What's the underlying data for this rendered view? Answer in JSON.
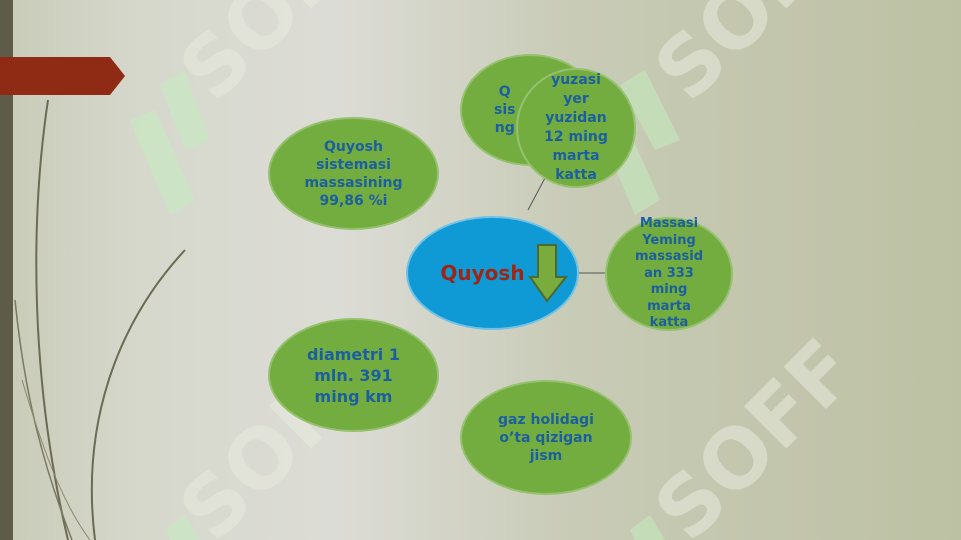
{
  "diagram": {
    "center": {
      "label": "Quyosh"
    },
    "nodes": {
      "mass_share": {
        "label": "Quyosh\nsistemasi\nmassasining\n99,86 %i"
      },
      "overlap_hidden": {
        "label": "Q\nsis\nng"
      },
      "surface": {
        "label": "yuzasi\nyer\nyuzidan\n12 ming\nmarta\nkatta"
      },
      "mass": {
        "label": "Massasi\nYeming\nmassasid\nan 333\nming\nmarta\nkatta"
      },
      "diameter": {
        "label": "diametri 1\nmln. 391\nming km"
      },
      "gas": {
        "label": "gaz holidagi\no’ta qizigan\njism"
      }
    }
  },
  "watermark": {
    "text": "SOFF"
  },
  "colors": {
    "node_green": "#73ad3f",
    "node_text_blue": "#1c5f9e",
    "center_blue": "#0f9ad6",
    "center_text_red": "#9e2514",
    "accent_red": "#8f2a14",
    "left_bar": "#5e5c48"
  }
}
